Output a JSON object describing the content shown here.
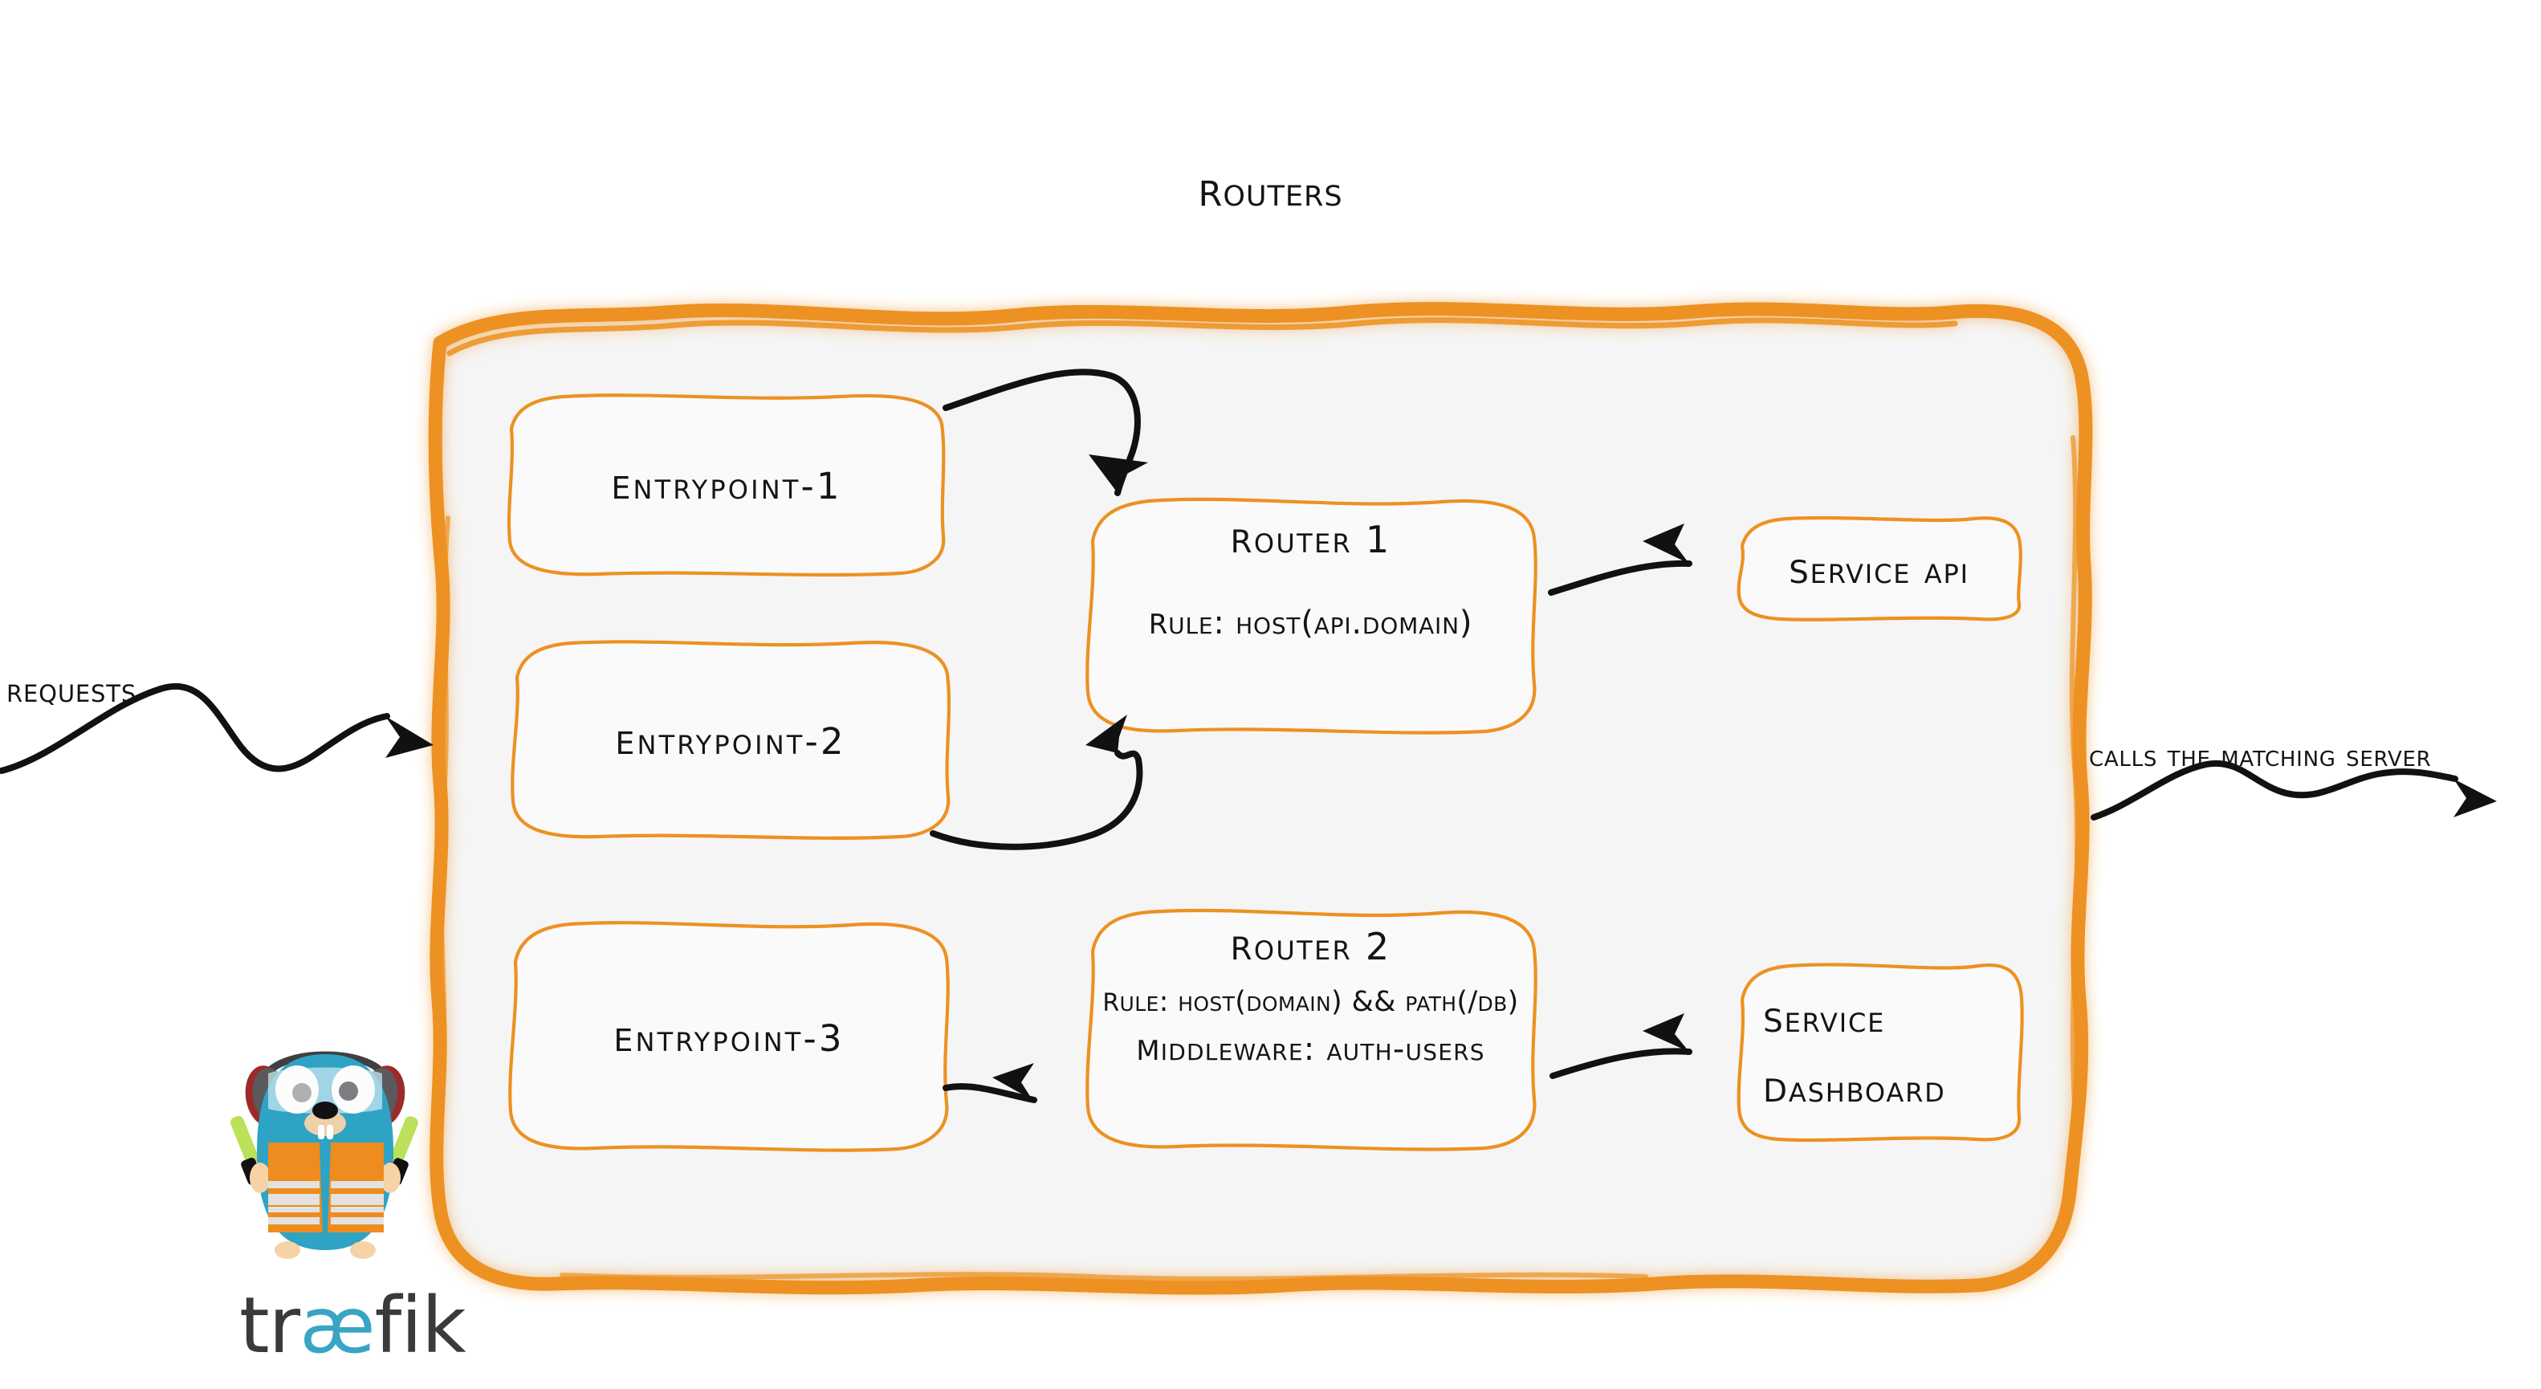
{
  "diagram": {
    "title": "Routers",
    "colors": {
      "accent_orange": "#ED9121",
      "container_fill": "#F5F5F5",
      "ink": "#141414",
      "logo_gray": "#3A3A3C",
      "logo_cyan": "#38A5C4"
    }
  },
  "entrypoints": [
    {
      "label": "entrypoint-1"
    },
    {
      "label": "entrypoint-2"
    },
    {
      "label": "entrypoint-3"
    }
  ],
  "routers": [
    {
      "name": "Router 1",
      "rule": "rule: Host(api.domain)"
    },
    {
      "name": "Router 2",
      "rule": "rule: Host(domain) && Path(/db)",
      "middleware": "Middleware: auth-users"
    }
  ],
  "services": [
    {
      "label": "Service API"
    },
    {
      "label_line1": "Service",
      "label_line2": "Dashboard"
    }
  ],
  "annotations": {
    "left": "Requests",
    "right": "Calls the matching server"
  },
  "logo": {
    "word_prefix": "tr",
    "word_ligature": "æ",
    "word_suffix": "fik",
    "icon": "traefik-gopher-mascot"
  }
}
